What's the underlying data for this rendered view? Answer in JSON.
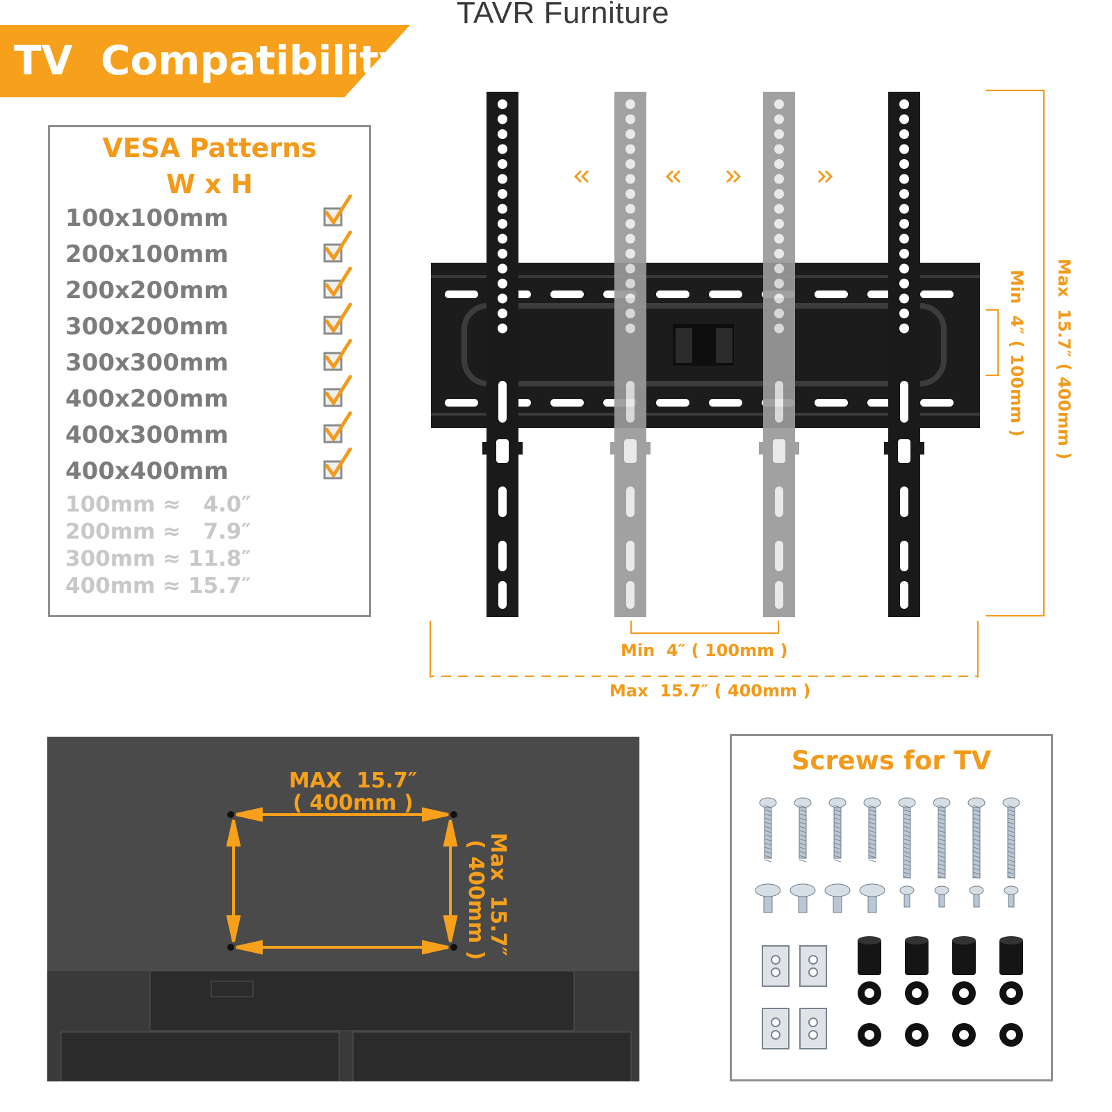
{
  "brand": "TAVR Furniture",
  "banner": {
    "title": "TV  Compatibility"
  },
  "vesa": {
    "title_line1": "VESA Patterns",
    "title_line2": "W x H",
    "patterns": [
      "100x100mm",
      "200x100mm",
      "200x200mm",
      "300x200mm",
      "300x300mm",
      "400x200mm",
      "400x300mm",
      "400x400mm"
    ],
    "conversions": [
      "100mm ≈   4.0″",
      "200mm ≈   7.9″",
      "300mm ≈ 11.8″",
      "400mm ≈ 15.7″"
    ]
  },
  "bracket": {
    "min_horizontal": "Min  4″ ( 100mm )",
    "max_horizontal": "Max  15.7″ ( 400mm )",
    "min_vertical": "Min  4″ ( 100mm )",
    "max_vertical": "Max  15.7″ ( 400mm )"
  },
  "tv_back": {
    "max_width_line1": "MAX  15.7″",
    "max_width_line2": "( 400mm )",
    "max_height_line1": "Max  15.7″",
    "max_height_line2": "( 400mm )"
  },
  "screws": {
    "title": "Screws for TV"
  },
  "colors": {
    "accent": "#f7a01c",
    "check": "#f39a1a",
    "bracket_dark": "#1a1a1a",
    "bracket_gray": "#9a9a9a",
    "tv_back": "#4a4a4a"
  }
}
